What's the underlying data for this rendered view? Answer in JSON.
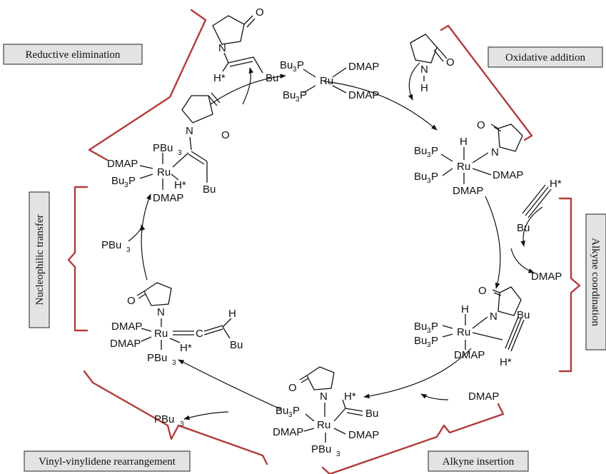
{
  "stages": {
    "reductive_elimination": "Reductive elimination",
    "oxidative_addition": "Oxidative addition",
    "nucleophilic_transfer": "Nucleophilic transfer",
    "alkyne_coordination": "Alkyne coordination",
    "vinyl_vinylidene": "Vinyl-vinylidene rearrangement",
    "alkyne_insertion": "Alkyne insertion"
  },
  "atoms": {
    "Ru": "Ru",
    "N": "N",
    "O": "O",
    "H": "H",
    "Hstar": "H*",
    "star": "*",
    "C": "C",
    "Bu": "Bu",
    "DMAP": "DMAP",
    "PBu": "PBu",
    "Bu_prefix": "Bu",
    "P": "P",
    "sub3": "3"
  },
  "free_species": {
    "dmap_release": "DMAP",
    "dmap_add": "DMAP",
    "pbu3_release_prefix": "PBu",
    "pbu3_release_sub": "3",
    "pbu3_add_prefix": "PBu",
    "pbu3_add_sub": "3"
  },
  "colors": {
    "bracket": "#b33a3a",
    "box_fill": "#e3e3e3",
    "ink": "#111111"
  }
}
